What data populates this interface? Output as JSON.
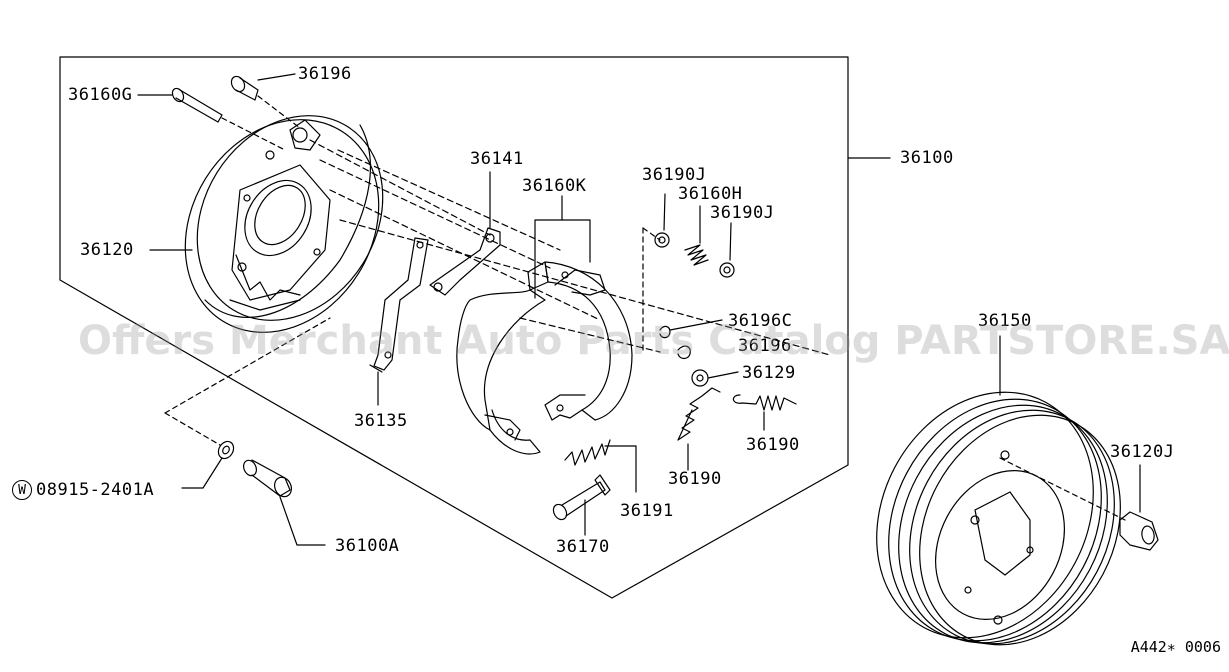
{
  "callouts": {
    "c36196": "36196",
    "c36160G": "36160G",
    "c36141": "36141",
    "c36160K": "36160K",
    "c36190J_a": "36190J",
    "c36160H": "36160H",
    "c36190J_b": "36190J",
    "c36100": "36100",
    "c36120": "36120",
    "c36196C": "36196C",
    "c36129": "36129",
    "c36150": "36150",
    "c36135": "36135",
    "c36190_a": "36190",
    "c36190_b": "36190",
    "c36120J": "36120J",
    "c08915": "08915-2401A",
    "c36191": "36191",
    "c36170": "36170",
    "c36100A": "36100A"
  },
  "washer_symbol": "W",
  "watermark": "Offers Merchant Auto Parts Catalog PARTSTORE.SA",
  "diagram_code": "A442∗ 0006"
}
